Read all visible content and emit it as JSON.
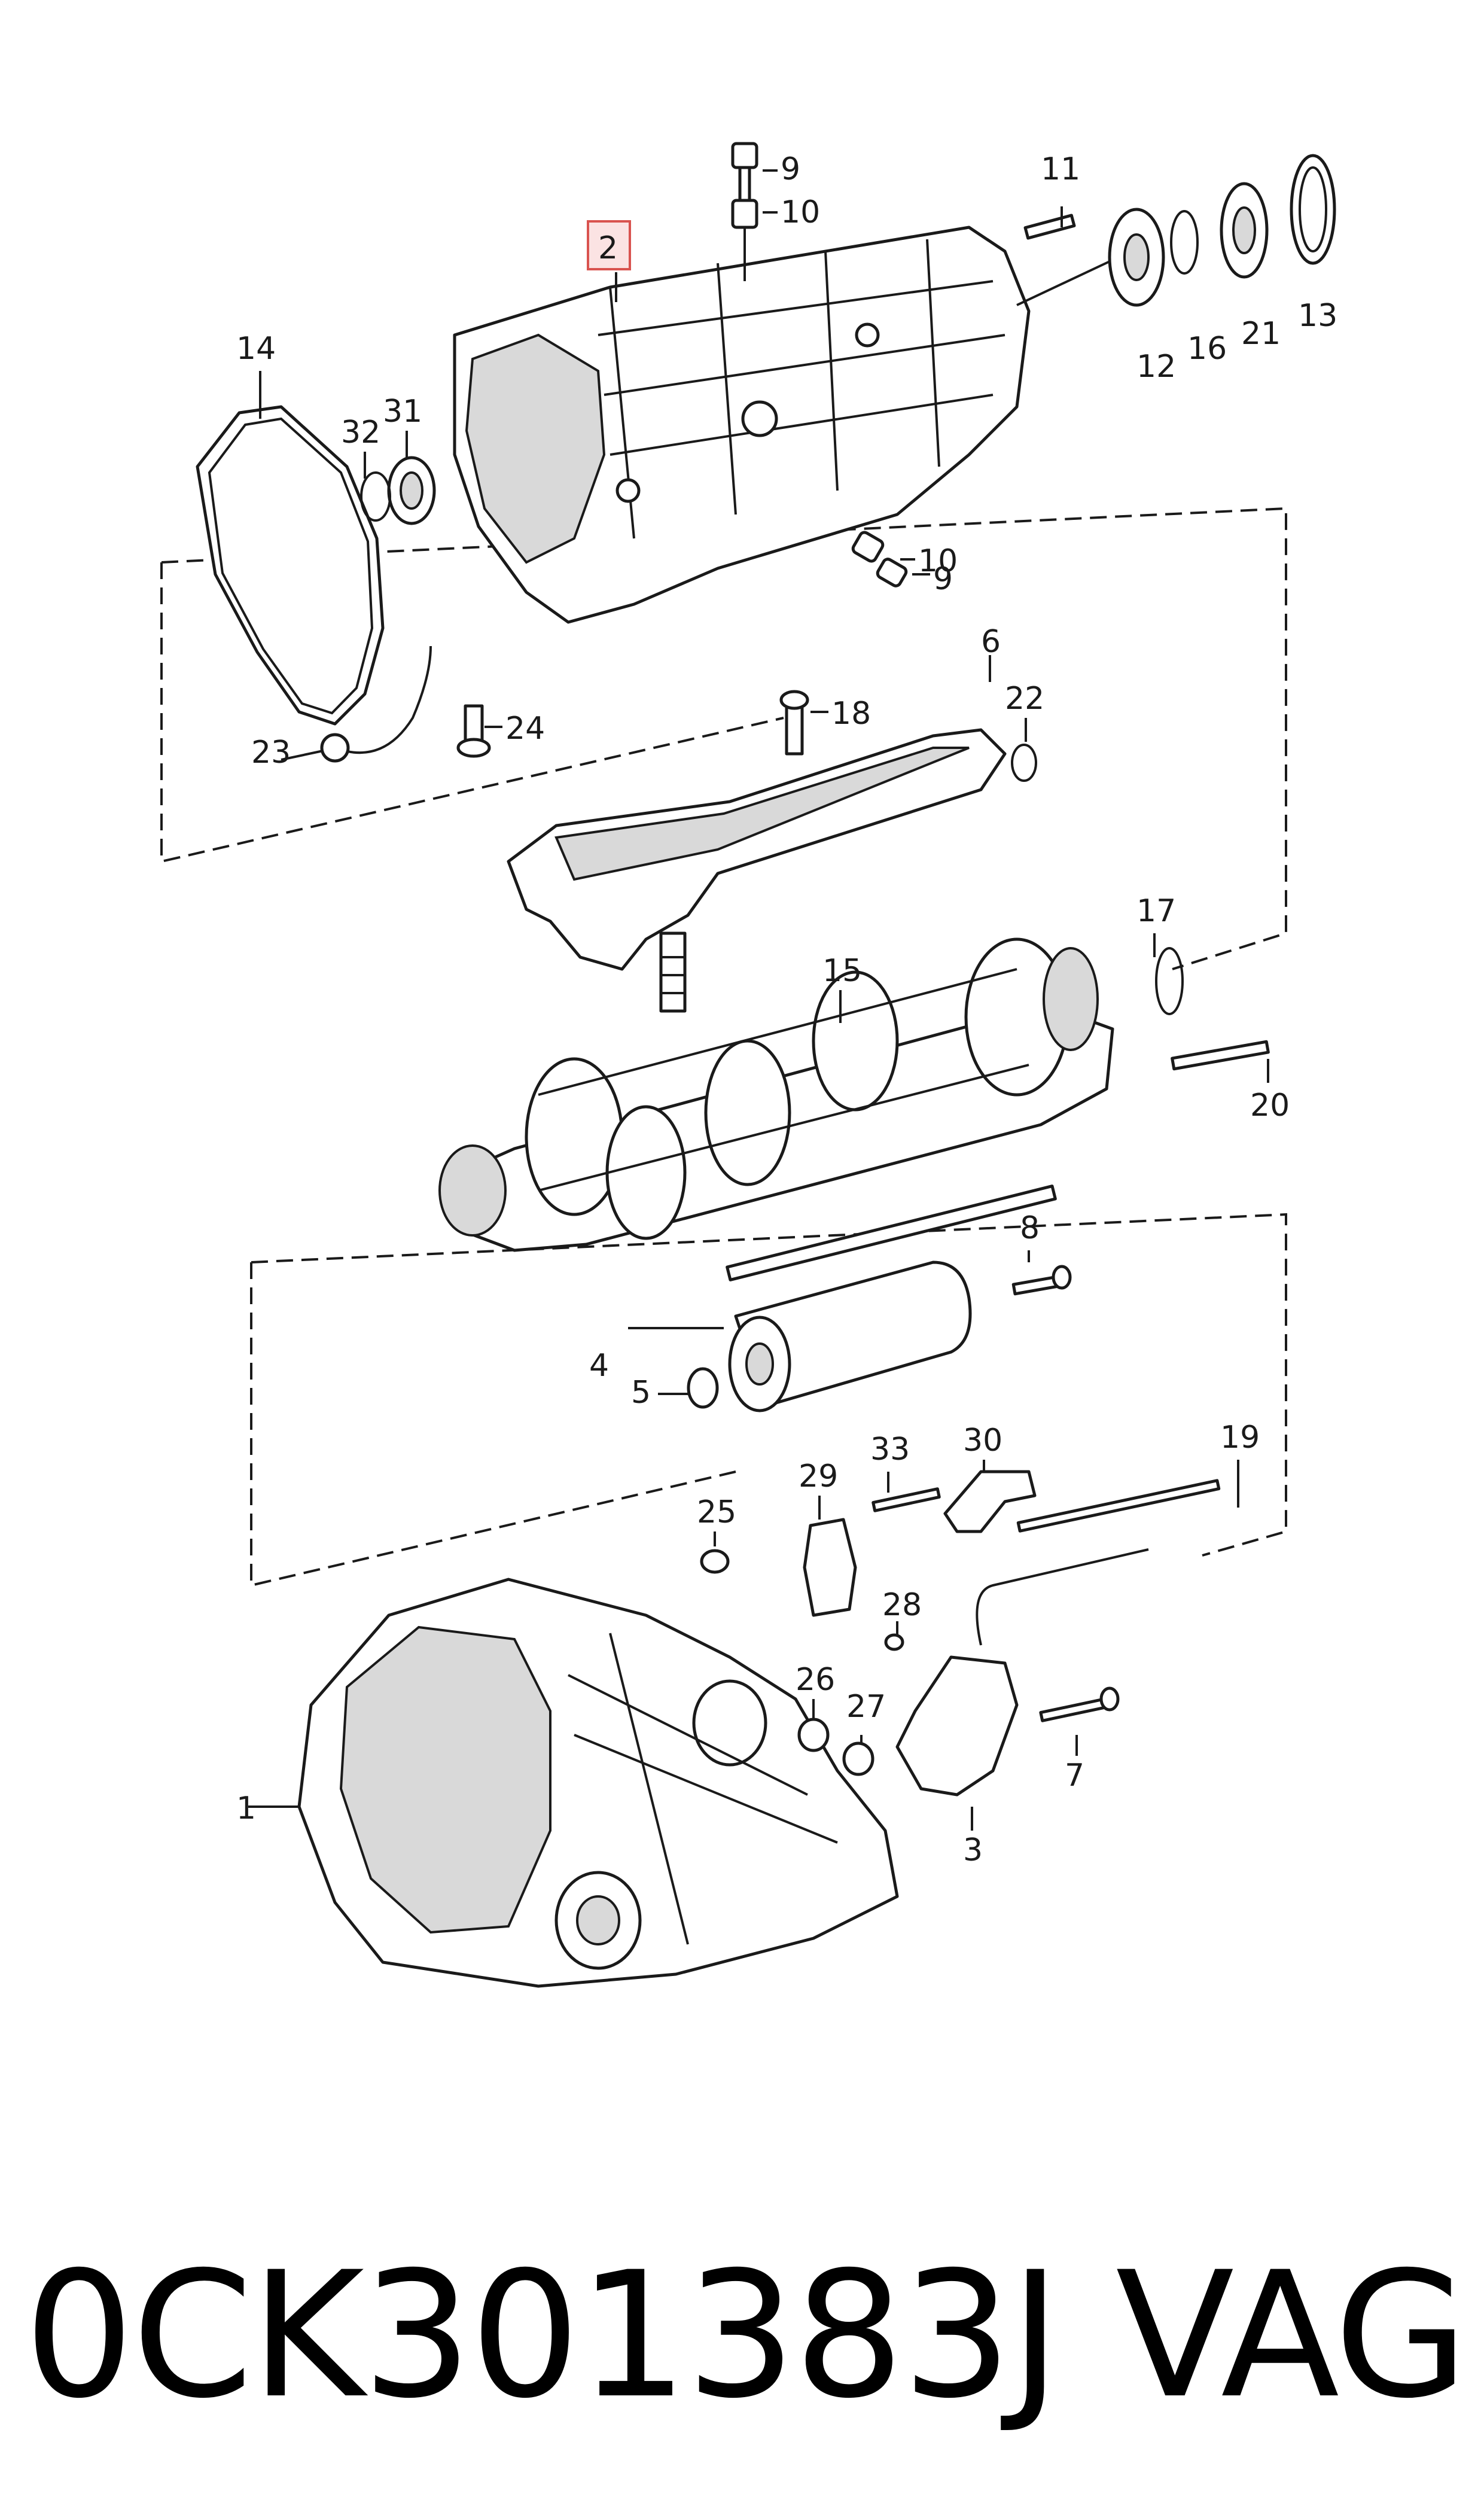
{
  "diagram": {
    "highlighted_label": "2",
    "callouts": [
      "1",
      "2",
      "3",
      "4",
      "5",
      "6",
      "7",
      "8",
      "9",
      "9",
      "10",
      "10",
      "11",
      "12",
      "13",
      "14",
      "15",
      "16",
      "17",
      "18",
      "19",
      "20",
      "21",
      "22",
      "23",
      "24",
      "25",
      "26",
      "27",
      "28",
      "29",
      "30",
      "31",
      "32",
      "33"
    ]
  },
  "footer": {
    "part_number": "0CK301383J",
    "brand": "VAG"
  }
}
